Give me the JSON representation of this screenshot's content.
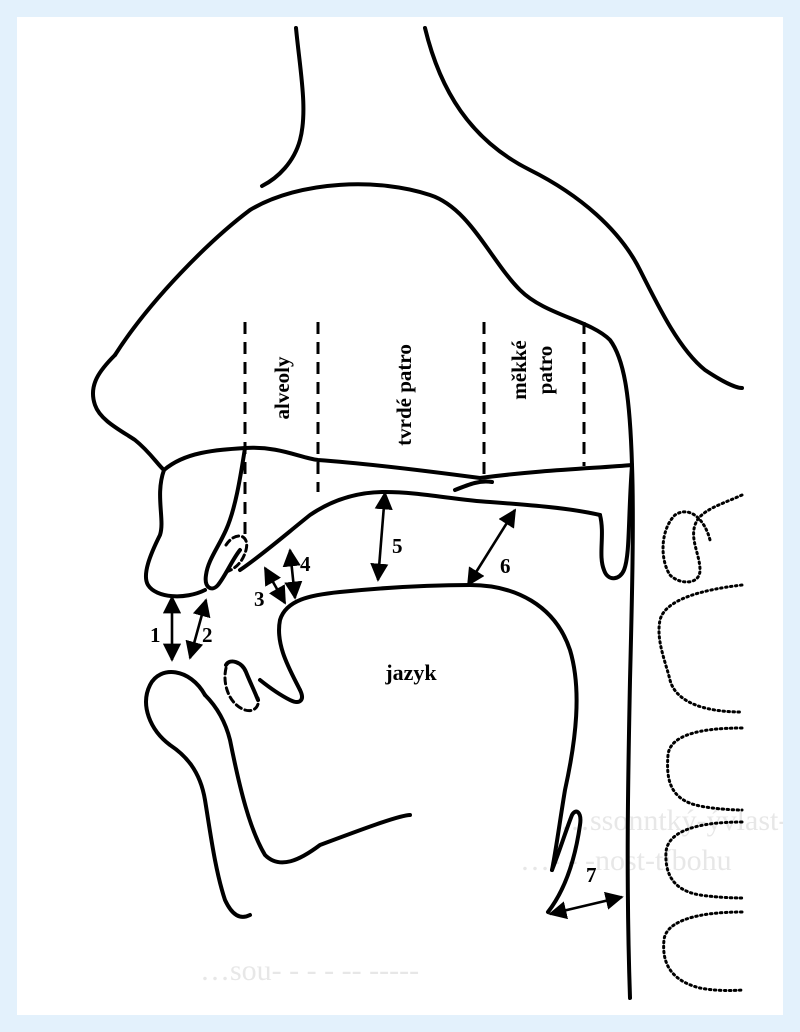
{
  "labels": {
    "alveoly": "alveoly",
    "tvrde_patro": "tvrdé patro",
    "mekke_patro_line1": "měkké",
    "mekke_patro_line2": "patro",
    "jazyk": "jazyk"
  },
  "markers": [
    "1",
    "2",
    "3",
    "4",
    "5",
    "6",
    "7"
  ]
}
